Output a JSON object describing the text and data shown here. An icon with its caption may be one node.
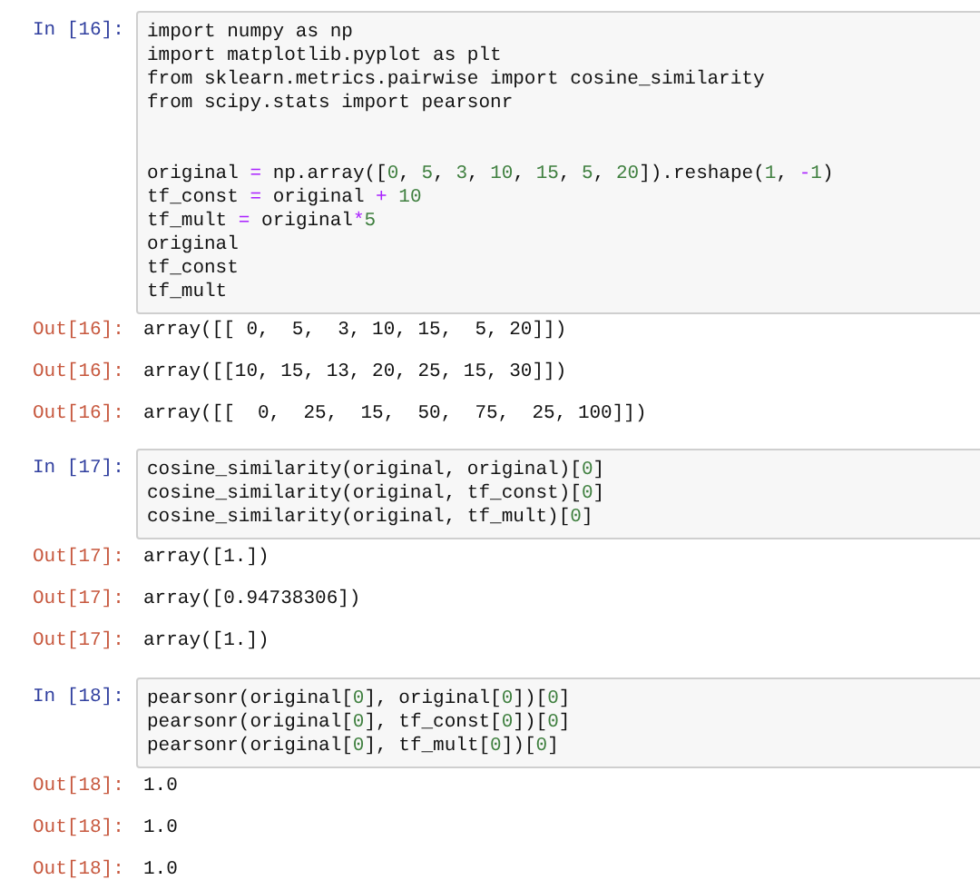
{
  "diagram": {
    "nodes": [
      {
        "text": [
          "import numpy as np",
          "import matplotlib.pyplot as plt",
          "from sklearn.metrics.pairwise import cosine_similarity",
          "from scipy.stats import pearsonr",
          "original = np.array([0, 5, 3, 10, 15, 5, 20]).reshape(1, -1)",
          "tf_const = original + 10",
          "tf_mult = original*5",
          "original",
          "tf_const",
          "tf_mult"
        ],
        "beside": [
          "In [16]:"
        ]
      },
      {
        "text": [
          "cosine_similarity(original, original)[0]",
          "cosine_similarity(original, tf_const)[0]",
          "cosine_similarity(original, tf_mult)[0]"
        ],
        "beside": [
          "In [17]:"
        ]
      },
      {
        "text": [
          "pearsonr(original[0], original[0])[0]",
          "pearsonr(original[0], tf_const[0])[0]",
          "pearsonr(original[0], tf_mult[0])[0]"
        ],
        "beside": [
          "In [18]:"
        ]
      }
    ],
    "labels": [
      "Out[16]:",
      "array([[ 0,  5,  3, 10, 15,  5, 20]])",
      "Out[16]:",
      "array([[10, 15, 13, 20, 25, 15, 30]])",
      "Out[16]:",
      "array([[  0,  25,  15,  50,  75,  25, 100]])",
      "Out[17]:",
      "array([1.])",
      "Out[17]:",
      "array([0.94738306])",
      "Out[17]:",
      "array([1.])",
      "Out[18]:",
      "1.0",
      "Out[18]:",
      "1.0",
      "Out[18]:",
      "1.0"
    ]
  }
}
